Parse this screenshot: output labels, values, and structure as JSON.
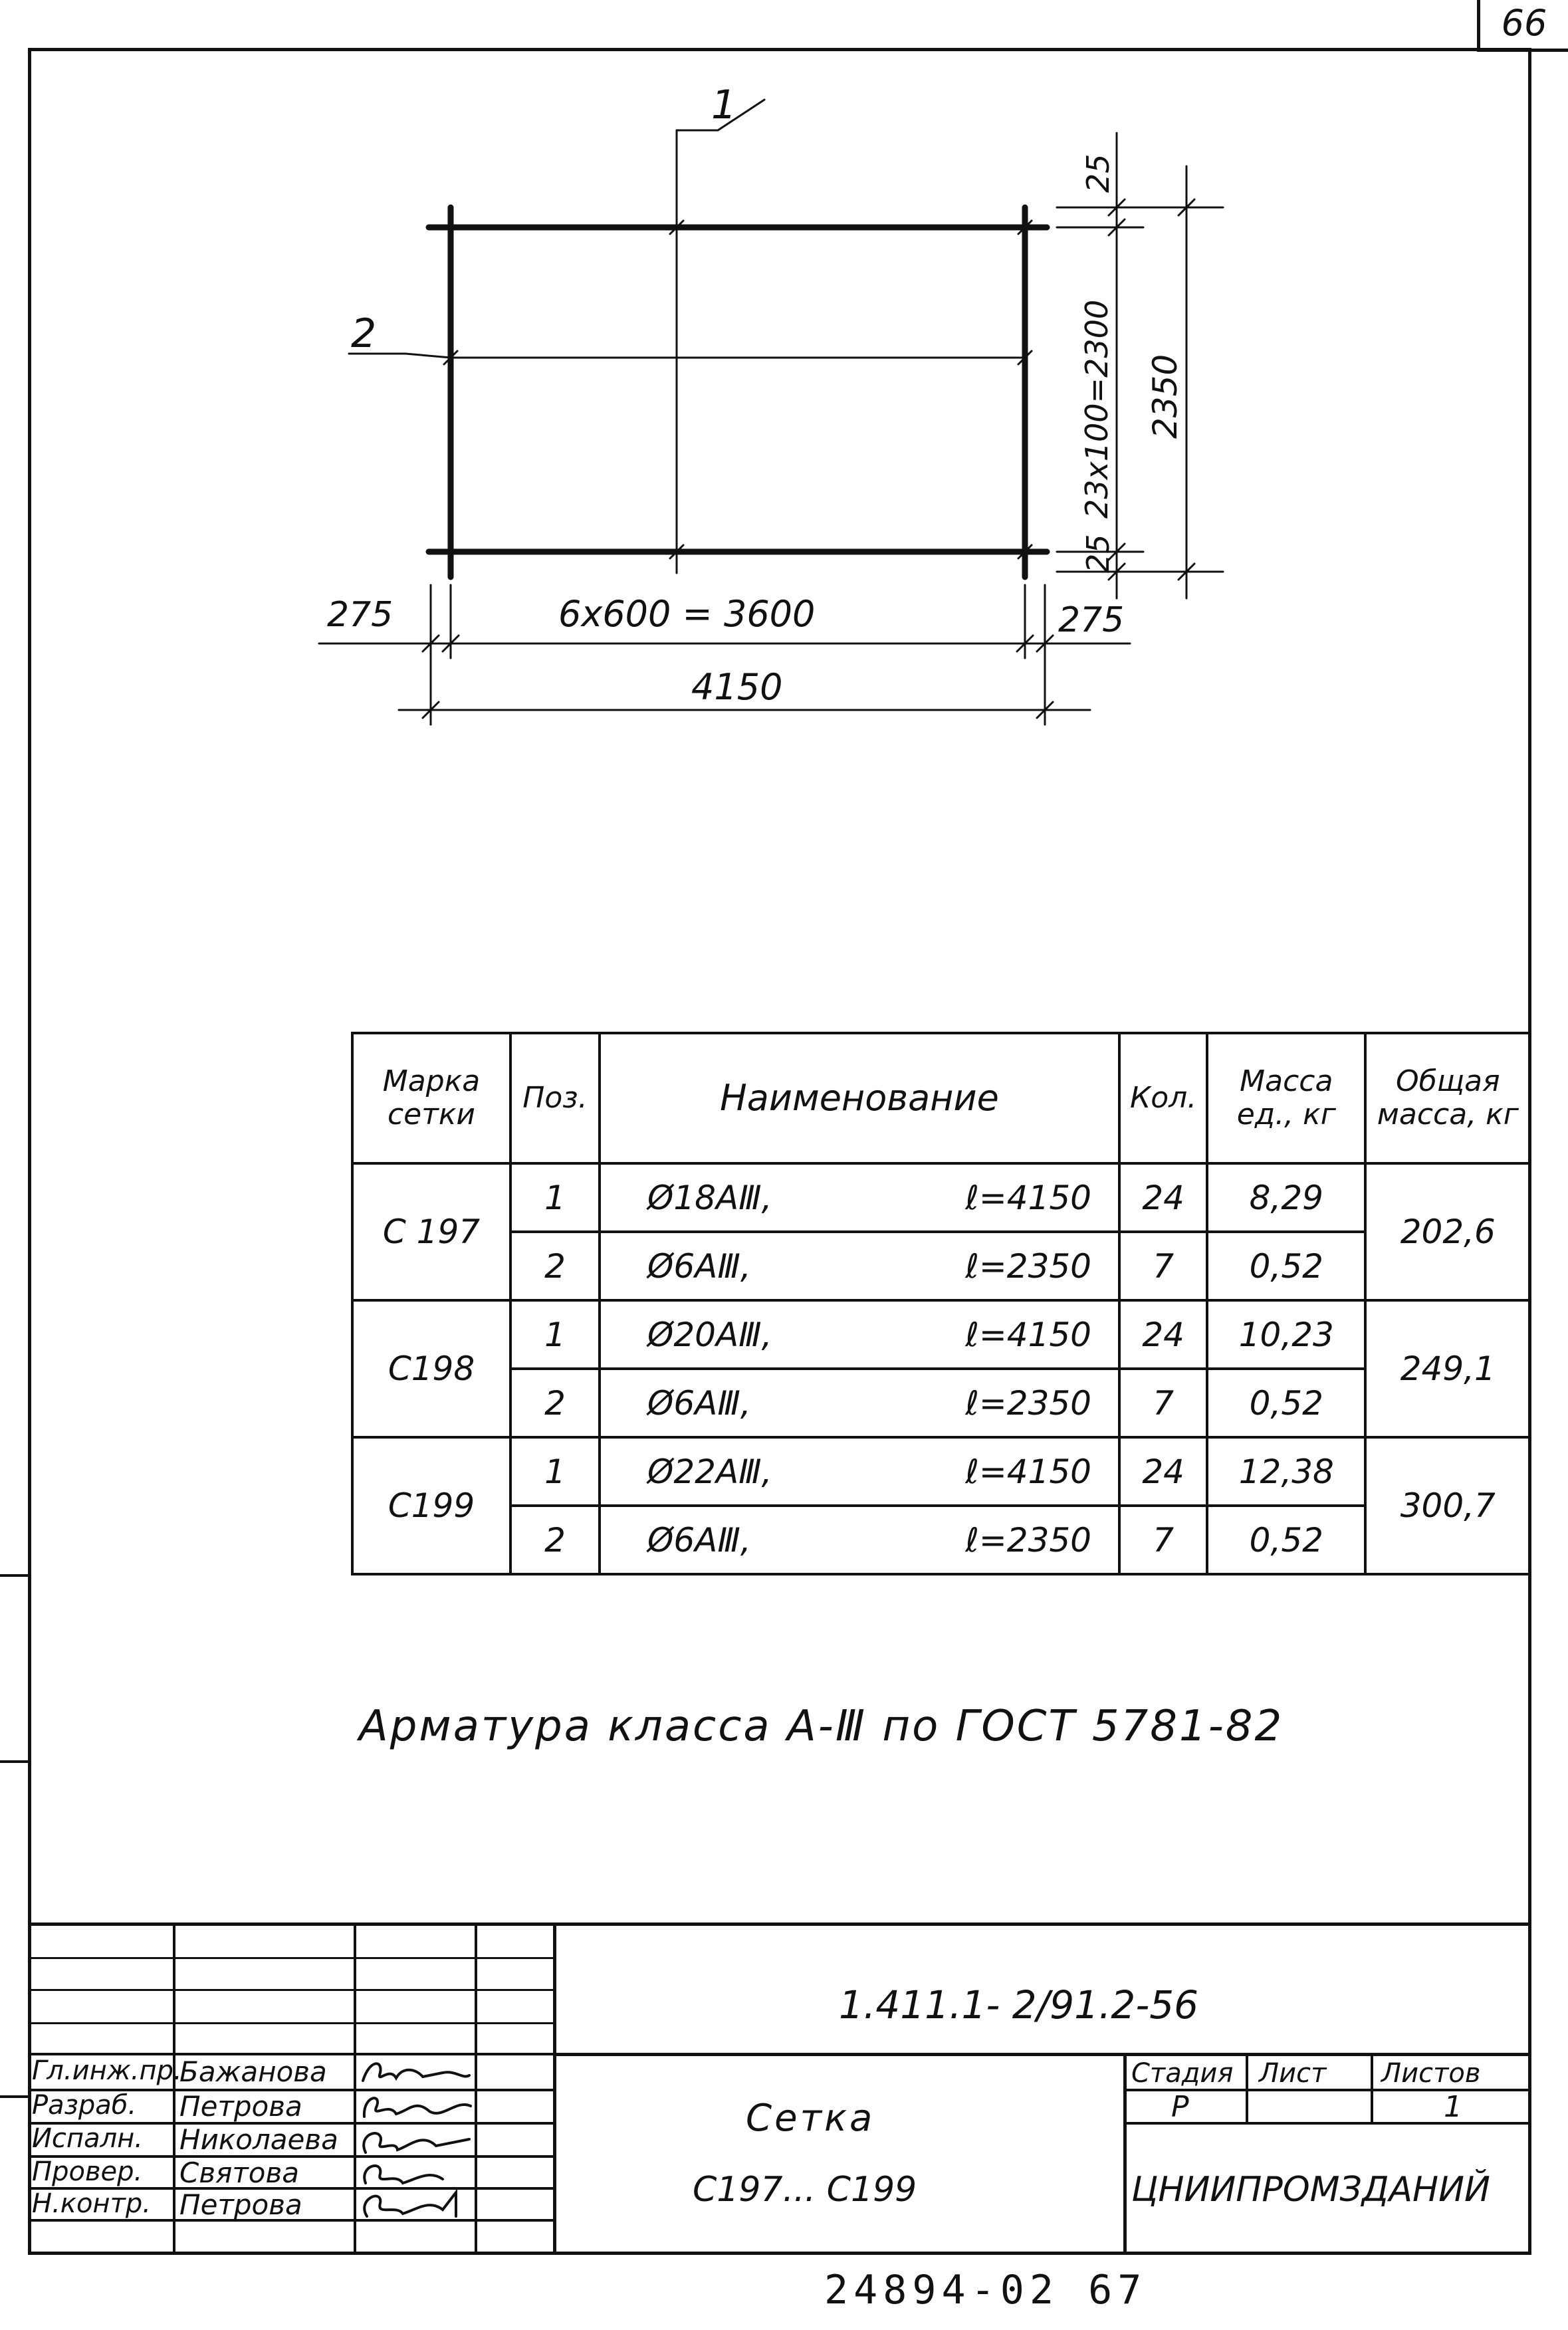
{
  "page_number": "66",
  "drawing": {
    "labels": {
      "pos1": "1",
      "pos2": "2",
      "left_overhang": "275",
      "right_overhang": "275",
      "inner_span": "6x600 = 3600",
      "total_length": "4150",
      "top_overhang": "25",
      "bottom_overhang": "25",
      "inner_height": "23x100=2300",
      "total_height": "2350"
    }
  },
  "spec_table": {
    "headers": {
      "mark": "Марка сетки",
      "pos": "Поз.",
      "name": "Наименование",
      "qty": "Кол.",
      "unit_mass": "Масса ед., кг",
      "total_mass": "Общая масса, кг"
    },
    "groups": [
      {
        "mark": "С 197",
        "total": "202,6",
        "rows": [
          {
            "pos": "1",
            "bar": "Ø18АⅢ,",
            "len": "ℓ=4150",
            "qty": "24",
            "mass": "8,29"
          },
          {
            "pos": "2",
            "bar": "Ø6АⅢ,",
            "len": "ℓ=2350",
            "qty": "7",
            "mass": "0,52"
          }
        ]
      },
      {
        "mark": "С198",
        "total": "249,1",
        "rows": [
          {
            "pos": "1",
            "bar": "Ø20АⅢ,",
            "len": "ℓ=4150",
            "qty": "24",
            "mass": "10,23"
          },
          {
            "pos": "2",
            "bar": "Ø6АⅢ,",
            "len": "ℓ=2350",
            "qty": "7",
            "mass": "0,52"
          }
        ]
      },
      {
        "mark": "С199",
        "total": "300,7",
        "rows": [
          {
            "pos": "1",
            "bar": "Ø22АⅢ,",
            "len": "ℓ=4150",
            "qty": "24",
            "mass": "12,38"
          },
          {
            "pos": "2",
            "bar": "Ø6АⅢ,",
            "len": "ℓ=2350",
            "qty": "7",
            "mass": "0,52"
          }
        ]
      }
    ]
  },
  "note": "Арматура класса А-Ⅲ по ГОСТ 5781-82",
  "title_block": {
    "code": "1.411.1- 2/91.2-56",
    "title_line1": "Сетка",
    "title_line2": "С197... С199",
    "stage_label": "Стадия",
    "sheet_label": "Лист",
    "sheets_label": "Листов",
    "stage_value": "Р",
    "sheets_value": "1",
    "organization": "ЦНИИПРОМЗДАНИЙ",
    "signatures": [
      {
        "role": "Гл.инж.пр.",
        "name": "Бажанова"
      },
      {
        "role": "Разраб.",
        "name": "Петрова"
      },
      {
        "role": "Испалн.",
        "name": "Николаева"
      },
      {
        "role": "Провер.",
        "name": "Святова"
      },
      {
        "role": "Н.контр.",
        "name": "Петрова"
      }
    ]
  },
  "bottom_code": "24894-02   67"
}
